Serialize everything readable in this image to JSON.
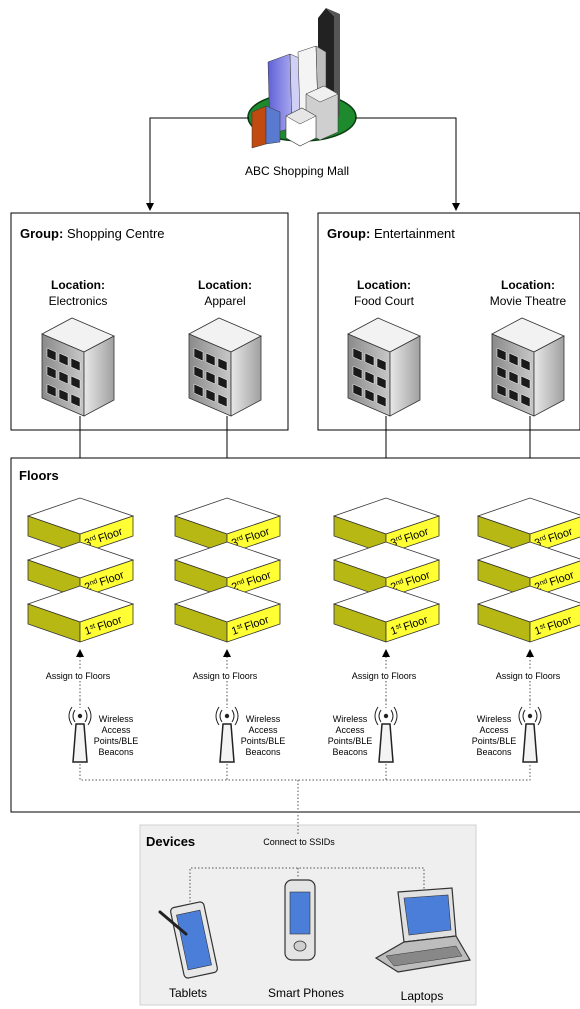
{
  "root": {
    "label": "ABC Shopping Mall"
  },
  "groups": [
    {
      "prefix": "Group:",
      "name": "Shopping Centre"
    },
    {
      "prefix": "Group:",
      "name": "Entertainment"
    }
  ],
  "locations": [
    {
      "prefix": "Location:",
      "name": "Electronics"
    },
    {
      "prefix": "Location:",
      "name": "Apparel"
    },
    {
      "prefix": "Location:",
      "name": "Food Court"
    },
    {
      "prefix": "Location:",
      "name": "Movie Theatre"
    }
  ],
  "floors": {
    "title": "Floors",
    "levels": [
      {
        "num": "3",
        "sup": "rd",
        "word": "Floor"
      },
      {
        "num": "2",
        "sup": "nd",
        "word": "Floor"
      },
      {
        "num": "1",
        "sup": "st",
        "word": "Floor"
      }
    ],
    "assign_label": "Assign to Floors",
    "ap_label": [
      "Wireless",
      "Access",
      "Points/BLE",
      "Beacons"
    ]
  },
  "devices": {
    "title": "Devices",
    "connect_label": "Connect to SSIDs",
    "items": [
      "Tablets",
      "Smart Phones",
      "Laptops"
    ]
  },
  "colors": {
    "floor_face": "#b8b814",
    "floor_tag": "#ffff33",
    "devices_bg": "#efefef"
  }
}
